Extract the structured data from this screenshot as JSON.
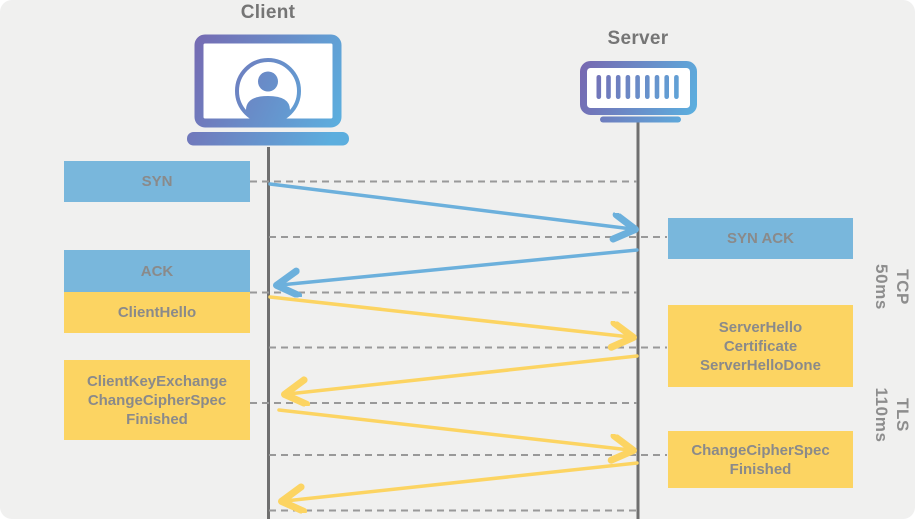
{
  "diagram": {
    "title_hint": "TCP + TLS handshake sequence between client and server",
    "actors": {
      "client": {
        "label": "Client",
        "icon": "laptop-user-icon"
      },
      "server": {
        "label": "Server",
        "icon": "server-rack-icon"
      }
    },
    "boxes": {
      "syn": {
        "label": "SYN",
        "protocol": "TCP",
        "side": "client",
        "color": "blue"
      },
      "syn_ack": {
        "label": "SYN ACK",
        "protocol": "TCP",
        "side": "server",
        "color": "blue"
      },
      "ack": {
        "label": "ACK",
        "protocol": "TCP",
        "side": "client",
        "color": "blue"
      },
      "client_hello": {
        "label": "ClientHello",
        "protocol": "TLS",
        "side": "client",
        "color": "yellow"
      },
      "server_hello": {
        "lines": [
          "ServerHello",
          "Certificate",
          "ServerHelloDone"
        ],
        "protocol": "TLS",
        "side": "server",
        "color": "yellow"
      },
      "client_key_exchange": {
        "lines": [
          "ClientKeyExchange",
          "ChangeCipherSpec",
          "Finished"
        ],
        "protocol": "TLS",
        "side": "client",
        "color": "yellow"
      },
      "change_cipher_spec": {
        "lines": [
          "ChangeCipherSpec",
          "Finished"
        ],
        "protocol": "TLS",
        "side": "server",
        "color": "yellow"
      }
    },
    "phases": {
      "tcp": {
        "protocol": "TCP",
        "duration": "50ms"
      },
      "tls": {
        "protocol": "TLS",
        "duration": "110ms"
      }
    },
    "sequence": [
      {
        "from": "client",
        "to": "server",
        "message": "SYN",
        "protocol": "TCP",
        "color": "blue"
      },
      {
        "from": "server",
        "to": "client",
        "message": "SYN ACK",
        "protocol": "TCP",
        "color": "blue"
      },
      {
        "from": "client",
        "to": "server",
        "message": "ClientHello",
        "protocol": "TLS",
        "color": "yellow"
      },
      {
        "from": "server",
        "to": "client",
        "message": "ServerHello, Certificate, ServerHelloDone",
        "protocol": "TLS",
        "color": "yellow"
      },
      {
        "from": "client",
        "to": "server",
        "message": "ClientKeyExchange, ChangeCipherSpec, Finished",
        "protocol": "TLS",
        "color": "yellow"
      },
      {
        "from": "server",
        "to": "client",
        "message": "ChangeCipherSpec, Finished",
        "protocol": "TLS",
        "color": "yellow"
      }
    ]
  },
  "palette": {
    "background": "#f0f0ef",
    "blue_box": "#79b7dc",
    "yellow_box": "#fcd462",
    "box_text": "#8a8a8a",
    "actor_text": "#757575",
    "phase_text": "#8d8d8d",
    "lifeline": "#6f6f6f",
    "dashed_line": "#999999",
    "blue_arrow": "#6cb0dc",
    "yellow_arrow": "#fcd462",
    "gradient_start": "#7767b0",
    "gradient_end": "#5caede"
  }
}
